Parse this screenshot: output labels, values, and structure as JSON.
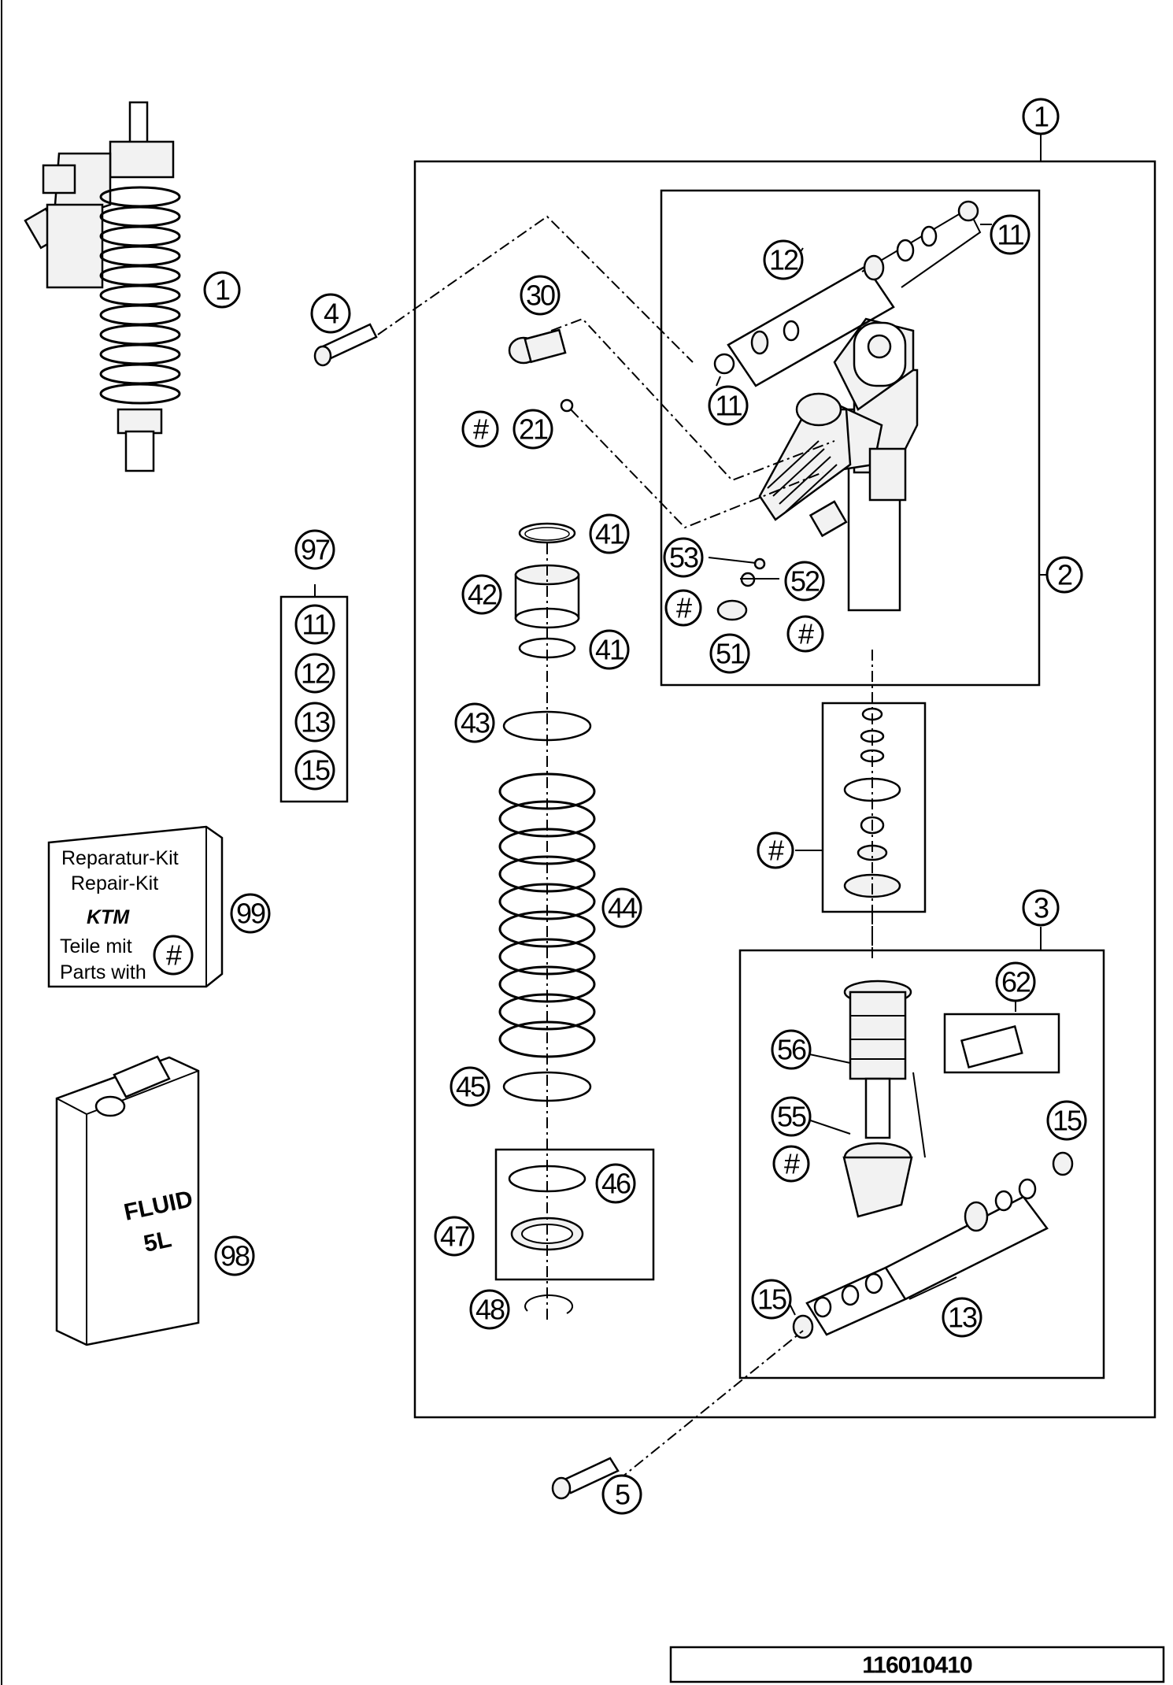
{
  "callouts": {
    "c1_left": "1",
    "c1_top": "1",
    "c2": "2",
    "c3": "3",
    "c4": "4",
    "c5": "5",
    "c11a": "11",
    "c11b": "11",
    "c12": "12",
    "c13": "13",
    "c15a": "15",
    "c15b": "15",
    "c21": "21",
    "c30": "30",
    "c41a": "41",
    "c41b": "41",
    "c42": "42",
    "c43": "43",
    "c44": "44",
    "c45": "45",
    "c46": "46",
    "c47": "47",
    "c48": "48",
    "c51": "51",
    "c52": "52",
    "c53": "53",
    "c55": "55",
    "c56": "56",
    "c62": "62",
    "c97": "97",
    "c98": "98",
    "c99": "99",
    "hash1": "#",
    "hash2": "#",
    "hash3": "#",
    "hash4": "#",
    "hash5": "#",
    "hash_kit": "#"
  },
  "kit_97_items": [
    "11",
    "12",
    "13",
    "15"
  ],
  "repair_kit": {
    "line1": "Reparatur-Kit",
    "line2": "Repair-Kit",
    "logo": "KTM",
    "line3": "Teile mit",
    "line4": "Parts with"
  },
  "fluid_can": {
    "line1": "FLUID",
    "line2": "5L"
  },
  "drawing_number": "116010410"
}
